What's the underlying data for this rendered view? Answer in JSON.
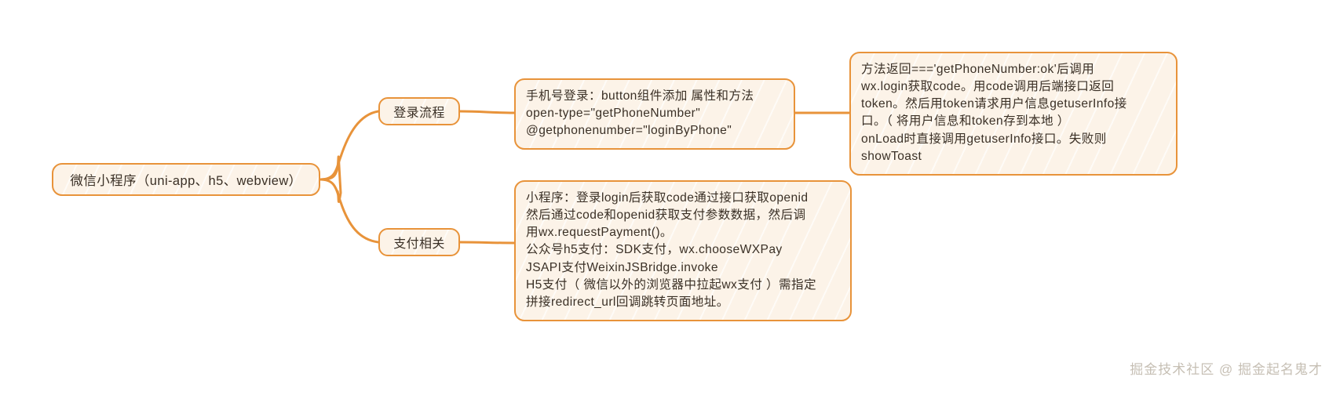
{
  "diagram": {
    "type": "mindmap",
    "root": {
      "id": "root",
      "label": "微信小程序（uni-app、h5、webview）"
    },
    "branches": [
      {
        "id": "login-flow",
        "label": "登录流程",
        "leaves": [
          {
            "id": "login-detail",
            "text": "手机号登录：button组件添加 属性和方法\nopen-type=\"getPhoneNumber\"\n@getphonenumber=\"loginByPhone\""
          },
          {
            "id": "login-result",
            "text": "方法返回==='getPhoneNumber:ok'后调用\nwx.login获取code。用code调用后端接口返回\ntoken。然后用token请求用户信息getuserInfo接\n口。（ 将用户信息和token存到本地 ）\nonLoad时直接调用getuserInfo接口。失败则\nshowToast"
          }
        ]
      },
      {
        "id": "payment",
        "label": "支付相关",
        "leaves": [
          {
            "id": "pay-detail",
            "text": "小程序：登录login后获取code通过接口获取openid\n然后通过code和openid获取支付参数数据，然后调\n用wx.requestPayment()。\n公众号h5支付：SDK支付，wx.chooseWXPay\nJSAPI支付WeixinJSBridge.invoke\nH5支付（ 微信以外的浏览器中拉起wx支付 ）需指定\n拼接redirect_url回调跳转页面地址。"
          }
        ]
      }
    ],
    "colors": {
      "border": "#E8933A",
      "fill": "#FCF3E8",
      "text": "#3A3026",
      "link": "#E8933A",
      "watermark": "#C6BFB4"
    }
  },
  "watermark": {
    "text": "掘金技术社区 @ 掘金起名鬼才"
  }
}
